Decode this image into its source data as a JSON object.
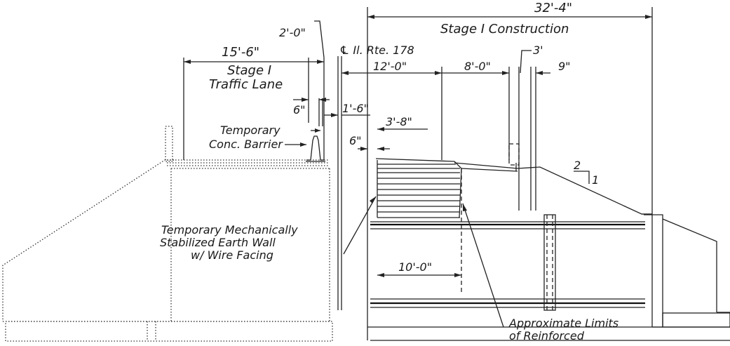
{
  "drawing": {
    "dimensions": {
      "overall": "32'-4\"",
      "stage_traffic_lane": "15'-6\"",
      "barrier_offset": "2'-0\"",
      "lane_12": "12'-0\"",
      "lane_8": "8'-0\"",
      "dim_3": "3'",
      "dim_9": "9\"",
      "dim_6_upper": "6\"",
      "dim_1_6": "1'-6\"",
      "dim_3_8": "3'-8\"",
      "dim_6_lower": "6\"",
      "dim_10": "10'-0\""
    },
    "labels": {
      "stage_construction": "Stage I Construction",
      "centerline": "℄ Il. Rte. 178",
      "traffic_lane_line1": "Stage I",
      "traffic_lane_line2": "Traffic Lane",
      "barrier_line1": "Temporary",
      "barrier_line2": "Conc. Barrier",
      "wall_line1": "Temporary Mechanically",
      "wall_line2": "Stabilized Earth Wall",
      "wall_line3": "w/ Wire Facing",
      "limits_line1": "Approximate Limits",
      "limits_line2": "of Reinforced",
      "slope_run": "2",
      "slope_rise": "1"
    }
  }
}
